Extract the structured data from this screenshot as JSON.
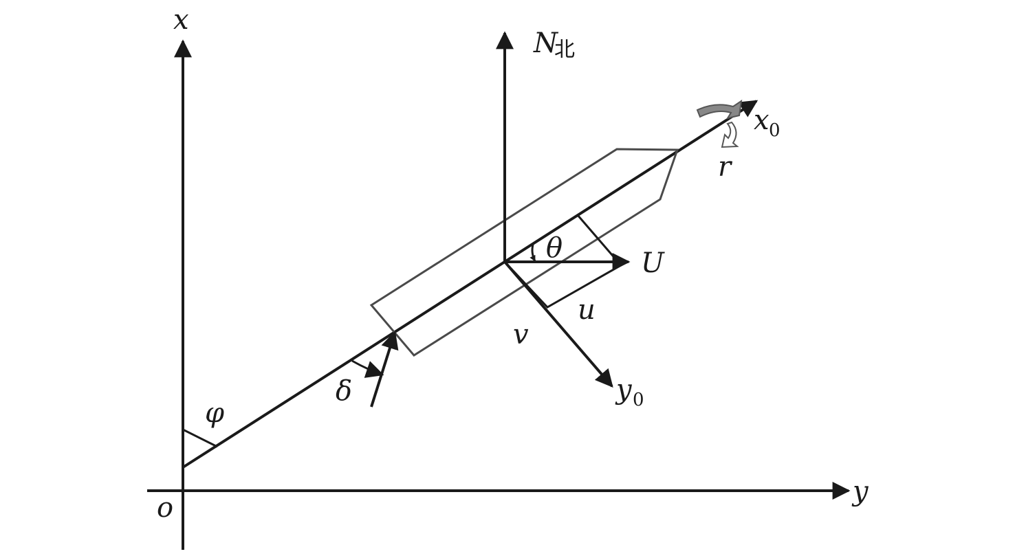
{
  "labels": {
    "axis_x": "x",
    "axis_y": "y",
    "origin": "o",
    "north_letter": "N",
    "north_char": "北",
    "ship_x0_base": "x",
    "ship_x0_sub": "0",
    "ship_y0_base": "y",
    "ship_y0_sub": "0",
    "yaw_rate": "r",
    "theta": "θ",
    "speed_U": "U",
    "surge_u": "u",
    "sway_v": "v",
    "rudder_delta": "δ",
    "heading_phi": "φ"
  },
  "colors": {
    "line": "#1a1a1a",
    "yaw_arrow_fill": "#888888"
  }
}
